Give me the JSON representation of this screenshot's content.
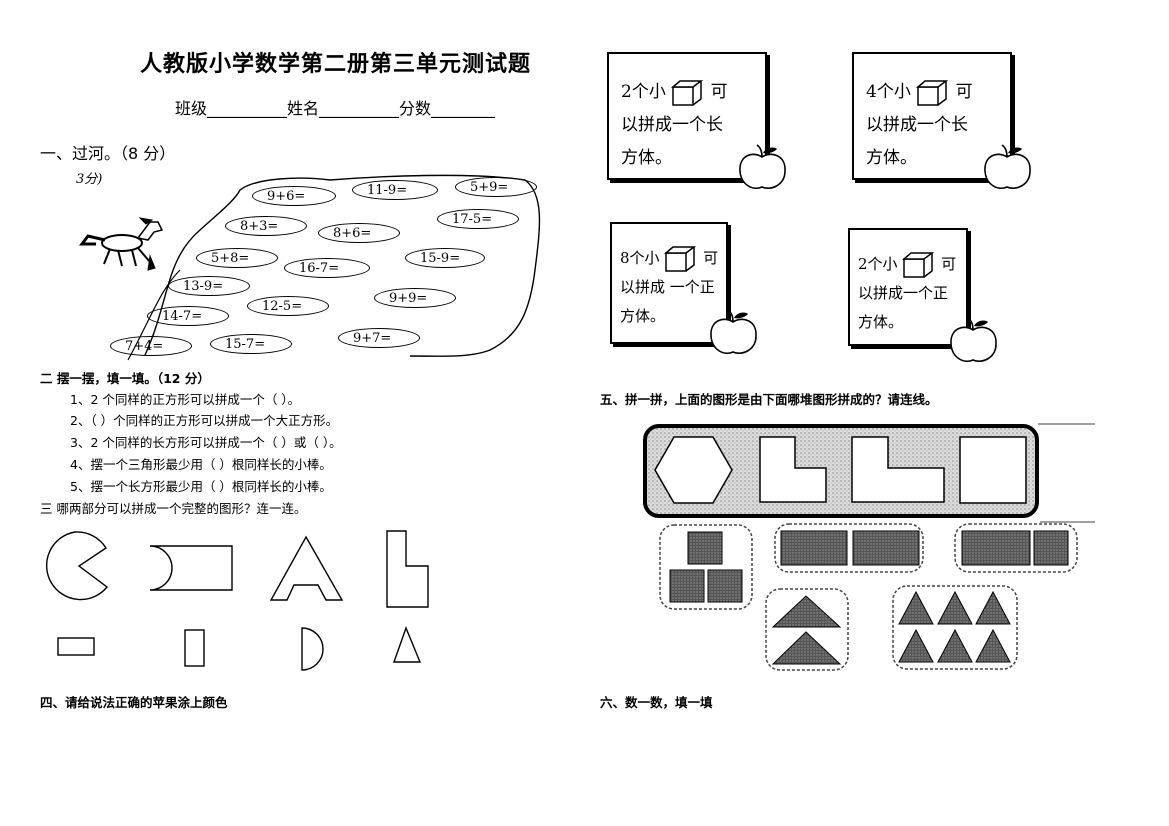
{
  "title": "人教版小学数学第二册第三单元测试题",
  "info": "班级__________姓名__________分数________",
  "section1": {
    "heading": "一、过河。（8 分）",
    "scribble": "3分)",
    "equations": [
      "9+6=",
      "11-9=",
      "5+9=",
      "8+3=",
      "17-5=",
      "8+6=",
      "5+8=",
      "16-7=",
      "15-9=",
      "13-9=",
      "9+9=",
      "12-5=",
      "14-7=",
      "9+7=",
      "7+4=",
      "15-7="
    ]
  },
  "section2": {
    "heading": "二  摆一摆，填一填。（12 分）",
    "items": [
      "1、2 个同样的正方形可以拼成一个（     ）。",
      "2、（     ）个同样的正方形可以拼成一个大正方形。",
      "3、2 个同样的长方形可以拼成一个（       ）或（     ）。",
      "4、摆一个三角形最少用（     ）根同样长的小棒。",
      "5、摆一个长方形最少用（     ）根同样长的小棒。"
    ]
  },
  "section3": {
    "heading": "三  哪两部分可以拼成一个完整的图形？连一连。"
  },
  "section4": {
    "heading": "四、请给说法正确的苹果涂上颜色"
  },
  "cards": [
    {
      "l1a": "2个小",
      "l1b": "可",
      "l2": "以拼成一个长",
      "l3": "方体。"
    },
    {
      "l1a": "4个小",
      "l1b": "可",
      "l2": "以拼成一个长",
      "l3": "方体。"
    },
    {
      "l1a": "8个小",
      "l1b": "可",
      "l2": "以拼成 一个正",
      "l3": "方体。"
    },
    {
      "l1a": "2个小",
      "l1b": "可",
      "l2": "以拼成一个正",
      "l3": "方体。"
    }
  ],
  "section5": {
    "heading": "五、拼一拼，上面的图形是由下面哪堆图形拼成的？请连线。"
  },
  "section6": {
    "heading": "六、数一数，填一填"
  },
  "colors": {
    "ink": "#000000",
    "shade": "#666666",
    "panel": "#e6e6e6"
  }
}
